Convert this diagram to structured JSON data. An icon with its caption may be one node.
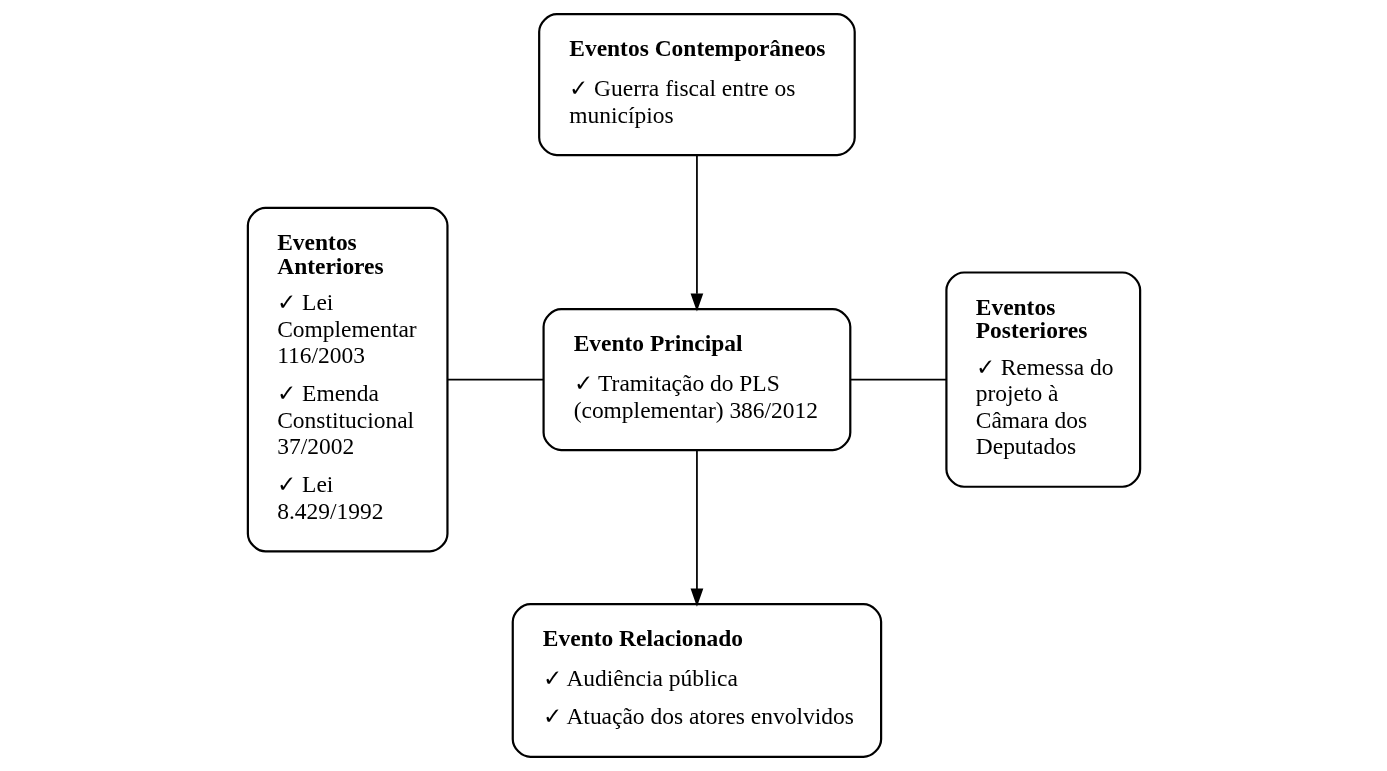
{
  "diagram": {
    "nodes": [
      {
        "text": [
          "Eventos Contemporâneos",
          "✓ Guerra fiscal entre os municípios"
        ]
      },
      {
        "text": [
          "Eventos Anteriores",
          "✓ Lei Complementar 116/2003",
          "✓ Emenda Constitucional 37/2002",
          "✓ Lei 8.429/1992"
        ]
      },
      {
        "text": [
          "Evento Principal",
          "✓ Tramitação do PLS (complementar) 386/2012"
        ]
      },
      {
        "text": [
          "Eventos Posteriores",
          "✓ Remessa do projeto à Câmara dos Deputados"
        ]
      },
      {
        "text": [
          "Evento Relacionado",
          "✓ Audiência pública",
          "✓ Atuação dos atores envolvidos"
        ]
      }
    ],
    "edges": [
      {
        "from": 0,
        "to": 2,
        "arrow": "to"
      },
      {
        "from": 1,
        "to": 2,
        "arrow": "none"
      },
      {
        "from": 2,
        "to": 3,
        "arrow": "none"
      },
      {
        "from": 2,
        "to": 4,
        "arrow": "to"
      }
    ]
  }
}
